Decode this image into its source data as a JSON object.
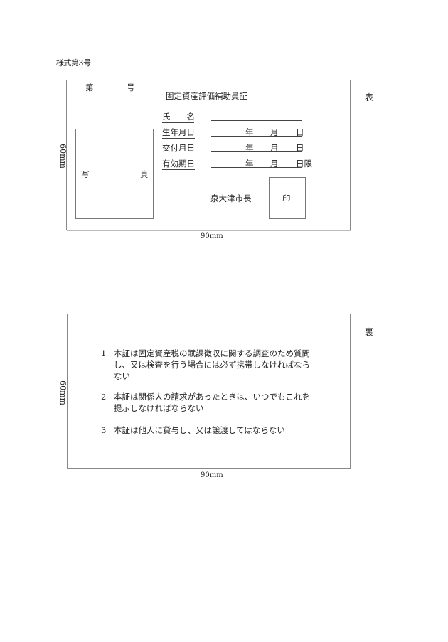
{
  "header": {
    "form_number": "様式第3号"
  },
  "front": {
    "side_label": "表",
    "number_label_left": "第",
    "number_label_right": "号",
    "title": "固定資産評価補助員証",
    "fields": [
      {
        "label": "氏　　名",
        "value": ""
      },
      {
        "label": "生年月日",
        "year": "年",
        "month": "月",
        "day": "日"
      },
      {
        "label": "交付月日",
        "year": "年",
        "month": "月",
        "day": "日"
      },
      {
        "label": "有効期日",
        "year": "年",
        "month": "月",
        "day": "日限"
      }
    ],
    "photo_left": "写",
    "photo_right": "真",
    "issuer": "泉大津市長",
    "seal": "印",
    "height_label": "60mm",
    "width_label": "90mm"
  },
  "back": {
    "side_label": "裏",
    "rules": [
      {
        "num": "1",
        "lines": [
          "本証は固定資産税の賦課徴収に関する調査のため質問",
          "し、又は検査を行う場合には必ず携帯しなければなら",
          "ない"
        ]
      },
      {
        "num": "2",
        "lines": [
          "本証は関係人の請求があったときは、いつでもこれを",
          "提示しなければならない"
        ]
      },
      {
        "num": "3",
        "lines": [
          "本証は他人に貸与し、又は譲渡してはならない"
        ]
      }
    ],
    "height_label": "60mm",
    "width_label": "90mm"
  }
}
